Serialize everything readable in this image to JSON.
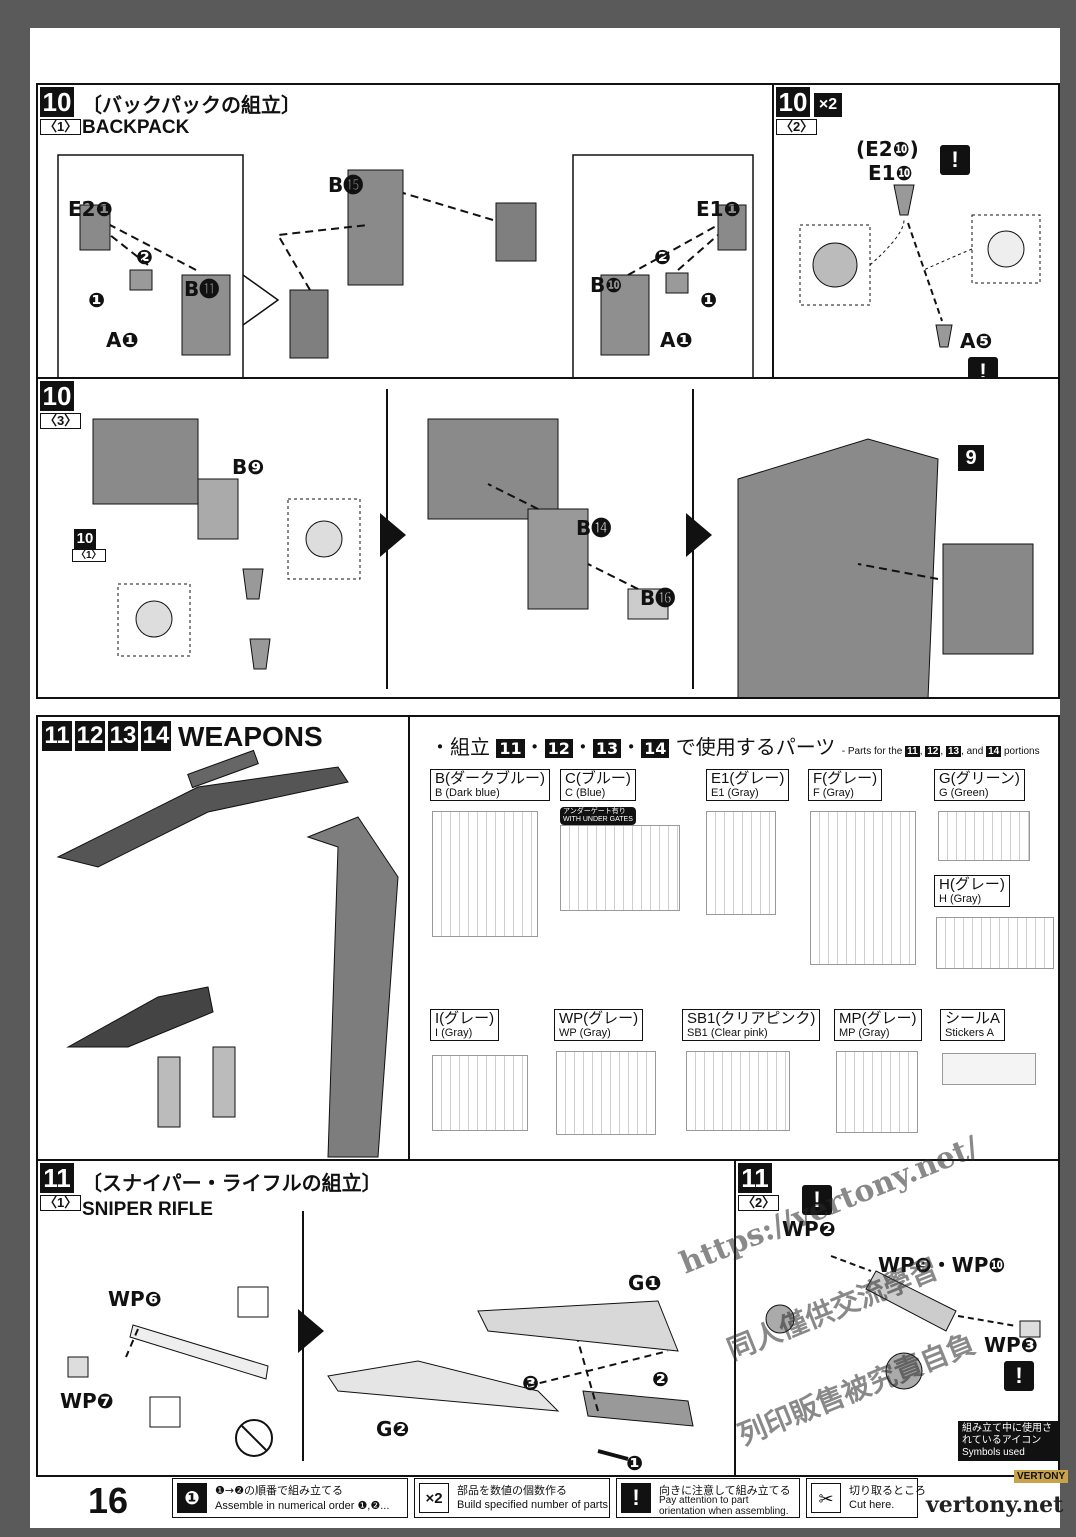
{
  "page_number": "16",
  "step10_1": {
    "num": "10",
    "sub": "〈1〉",
    "title_jp": "〔バックパックの組立〕",
    "title_en": "BACKPACK",
    "labels": [
      "B⓯",
      "E2❶",
      "B⓫",
      "A❶",
      "E1❶",
      "B❿",
      "A❶"
    ],
    "order": [
      "❶",
      "❷",
      "❶",
      "❷"
    ]
  },
  "step10_2": {
    "num": "10",
    "sub": "〈2〉",
    "mult": "×2",
    "labels": [
      "(E2❿)",
      "E1❿",
      "A❺"
    ],
    "warn": "!"
  },
  "step10_3": {
    "num": "10",
    "sub": "〈3〉",
    "ref_num": "10",
    "ref_sub": "〈1〉",
    "labels": [
      "B❾",
      "B⓮",
      "B⓰"
    ],
    "ref_step": "9"
  },
  "weapons": {
    "nums": [
      "11",
      "12",
      "13",
      "14"
    ],
    "title": "WEAPONS"
  },
  "parts": {
    "heading_prefix": "・組立",
    "heading_nums": [
      "11",
      "12",
      "13",
      "14"
    ],
    "heading_suffix": "で使用するパーツ",
    "heading_en_prefix": "- Parts for the",
    "heading_en_and": "and",
    "heading_en_suffix": "portions",
    "under_gates_jp": "アンダーゲート有り",
    "under_gates_en": "WITH UNDER GATES",
    "runners": [
      {
        "jp": "B(ダークブルー)",
        "en": "B (Dark blue)"
      },
      {
        "jp": "C(ブルー)",
        "en": "C (Blue)"
      },
      {
        "jp": "E1(グレー)",
        "en": "E1 (Gray)"
      },
      {
        "jp": "F(グレー)",
        "en": "F (Gray)"
      },
      {
        "jp": "G(グリーン)",
        "en": "G (Green)"
      },
      {
        "jp": "H(グレー)",
        "en": "H (Gray)"
      },
      {
        "jp": "I(グレー)",
        "en": "I (Gray)"
      },
      {
        "jp": "WP(グレー)",
        "en": "WP (Gray)"
      },
      {
        "jp": "SB1(クリアピンク)",
        "en": "SB1 (Clear pink)"
      },
      {
        "jp": "MP(グレー)",
        "en": "MP (Gray)"
      },
      {
        "jp": "シールA",
        "en": "Stickers A"
      }
    ]
  },
  "step11_1": {
    "num": "11",
    "sub": "〈1〉",
    "title_jp": "〔スナイパー・ライフルの組立〕",
    "title_en": "SNIPER RIFLE",
    "labels": [
      "WP❻",
      "WP❼",
      "G❶",
      "G❷"
    ],
    "order": [
      "❸",
      "❷",
      "❶"
    ]
  },
  "step11_2": {
    "num": "11",
    "sub": "〈2〉",
    "labels": [
      "WP❷",
      "WP❾・WP❿",
      "WP❸"
    ],
    "warn": "!"
  },
  "symbols": {
    "jp": "組み立て中に使用されているアイコン",
    "en": "Symbols used"
  },
  "legend": [
    {
      "icon": "❶",
      "jp": "❶→❷の順番で組み立てる",
      "en": "Assemble in numerical order ❶,❷..."
    },
    {
      "icon": "×2",
      "jp": "部品を数値の個数作る",
      "en": "Build specified number of parts."
    },
    {
      "icon": "!",
      "jp": "向きに注意して組み立てる",
      "en": "Pay attention to part orientation when assembling."
    },
    {
      "icon": "✂",
      "jp": "切り取るところ",
      "en": "Cut here."
    }
  ],
  "watermarks": [
    "https://vertony.net/",
    "同人僅供交流學習",
    "列印販售被究責自負",
    "vertony.net",
    "VERTONY"
  ]
}
